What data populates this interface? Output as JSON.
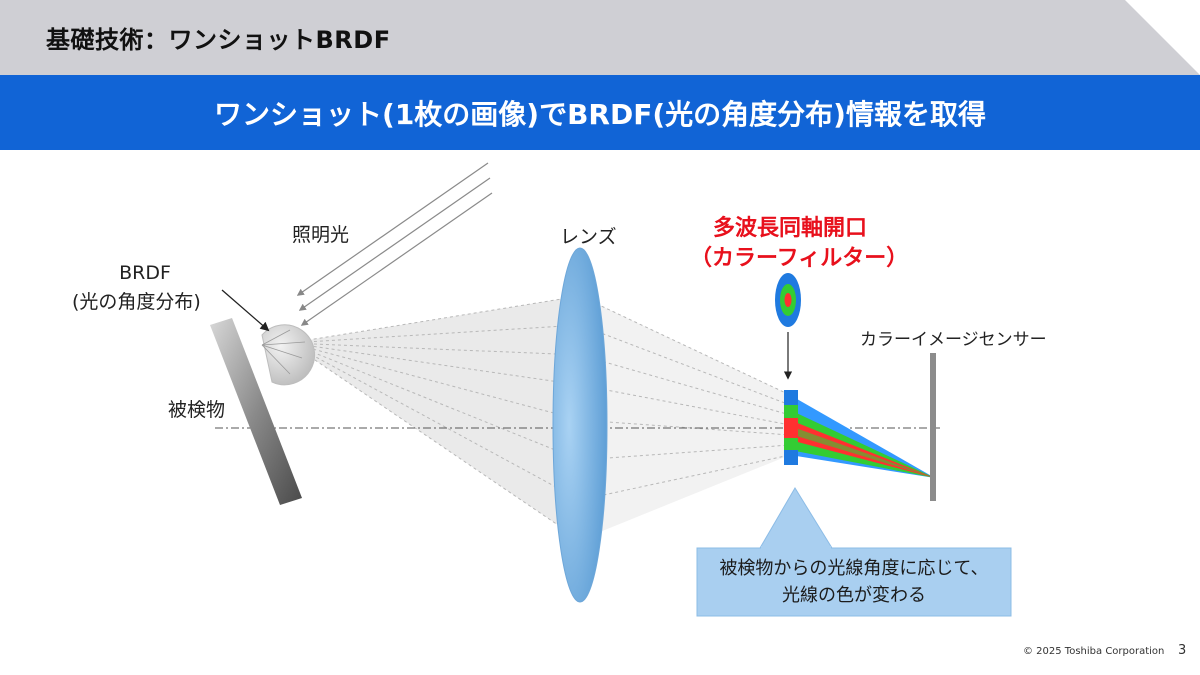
{
  "header": {
    "title": "基礎技術：ワンショットBRDF",
    "banner": "ワンショット(1枚の画像)でBRDF(光の角度分布)情報を取得"
  },
  "diagram": {
    "illumination_label": "照明光",
    "brdf_label_line1": "BRDF",
    "brdf_label_line2": "(光の角度分布)",
    "object_label": "被検物",
    "lens_label": "レンズ",
    "aperture_label_line1": "多波長同軸開口",
    "aperture_label_line2": "（カラーフィルター）",
    "sensor_label": "カラーイメージセンサー",
    "callout_line1": "被検物からの光線角度に応じて、",
    "callout_line2": "光線の色が変わる"
  },
  "colors": {
    "banner_bg": "#1164d6",
    "topbar_bg": "#cfcfd4",
    "accent_red": "#e8101c",
    "lens_blue": "#7fb4e2",
    "callout_bg": "#a9cff0",
    "ray_red": "#ff3030",
    "ray_green": "#33cc33",
    "ray_blue": "#3399ff"
  },
  "footer": {
    "copyright": "© 2025 Toshiba Corporation",
    "page_number": "3"
  }
}
